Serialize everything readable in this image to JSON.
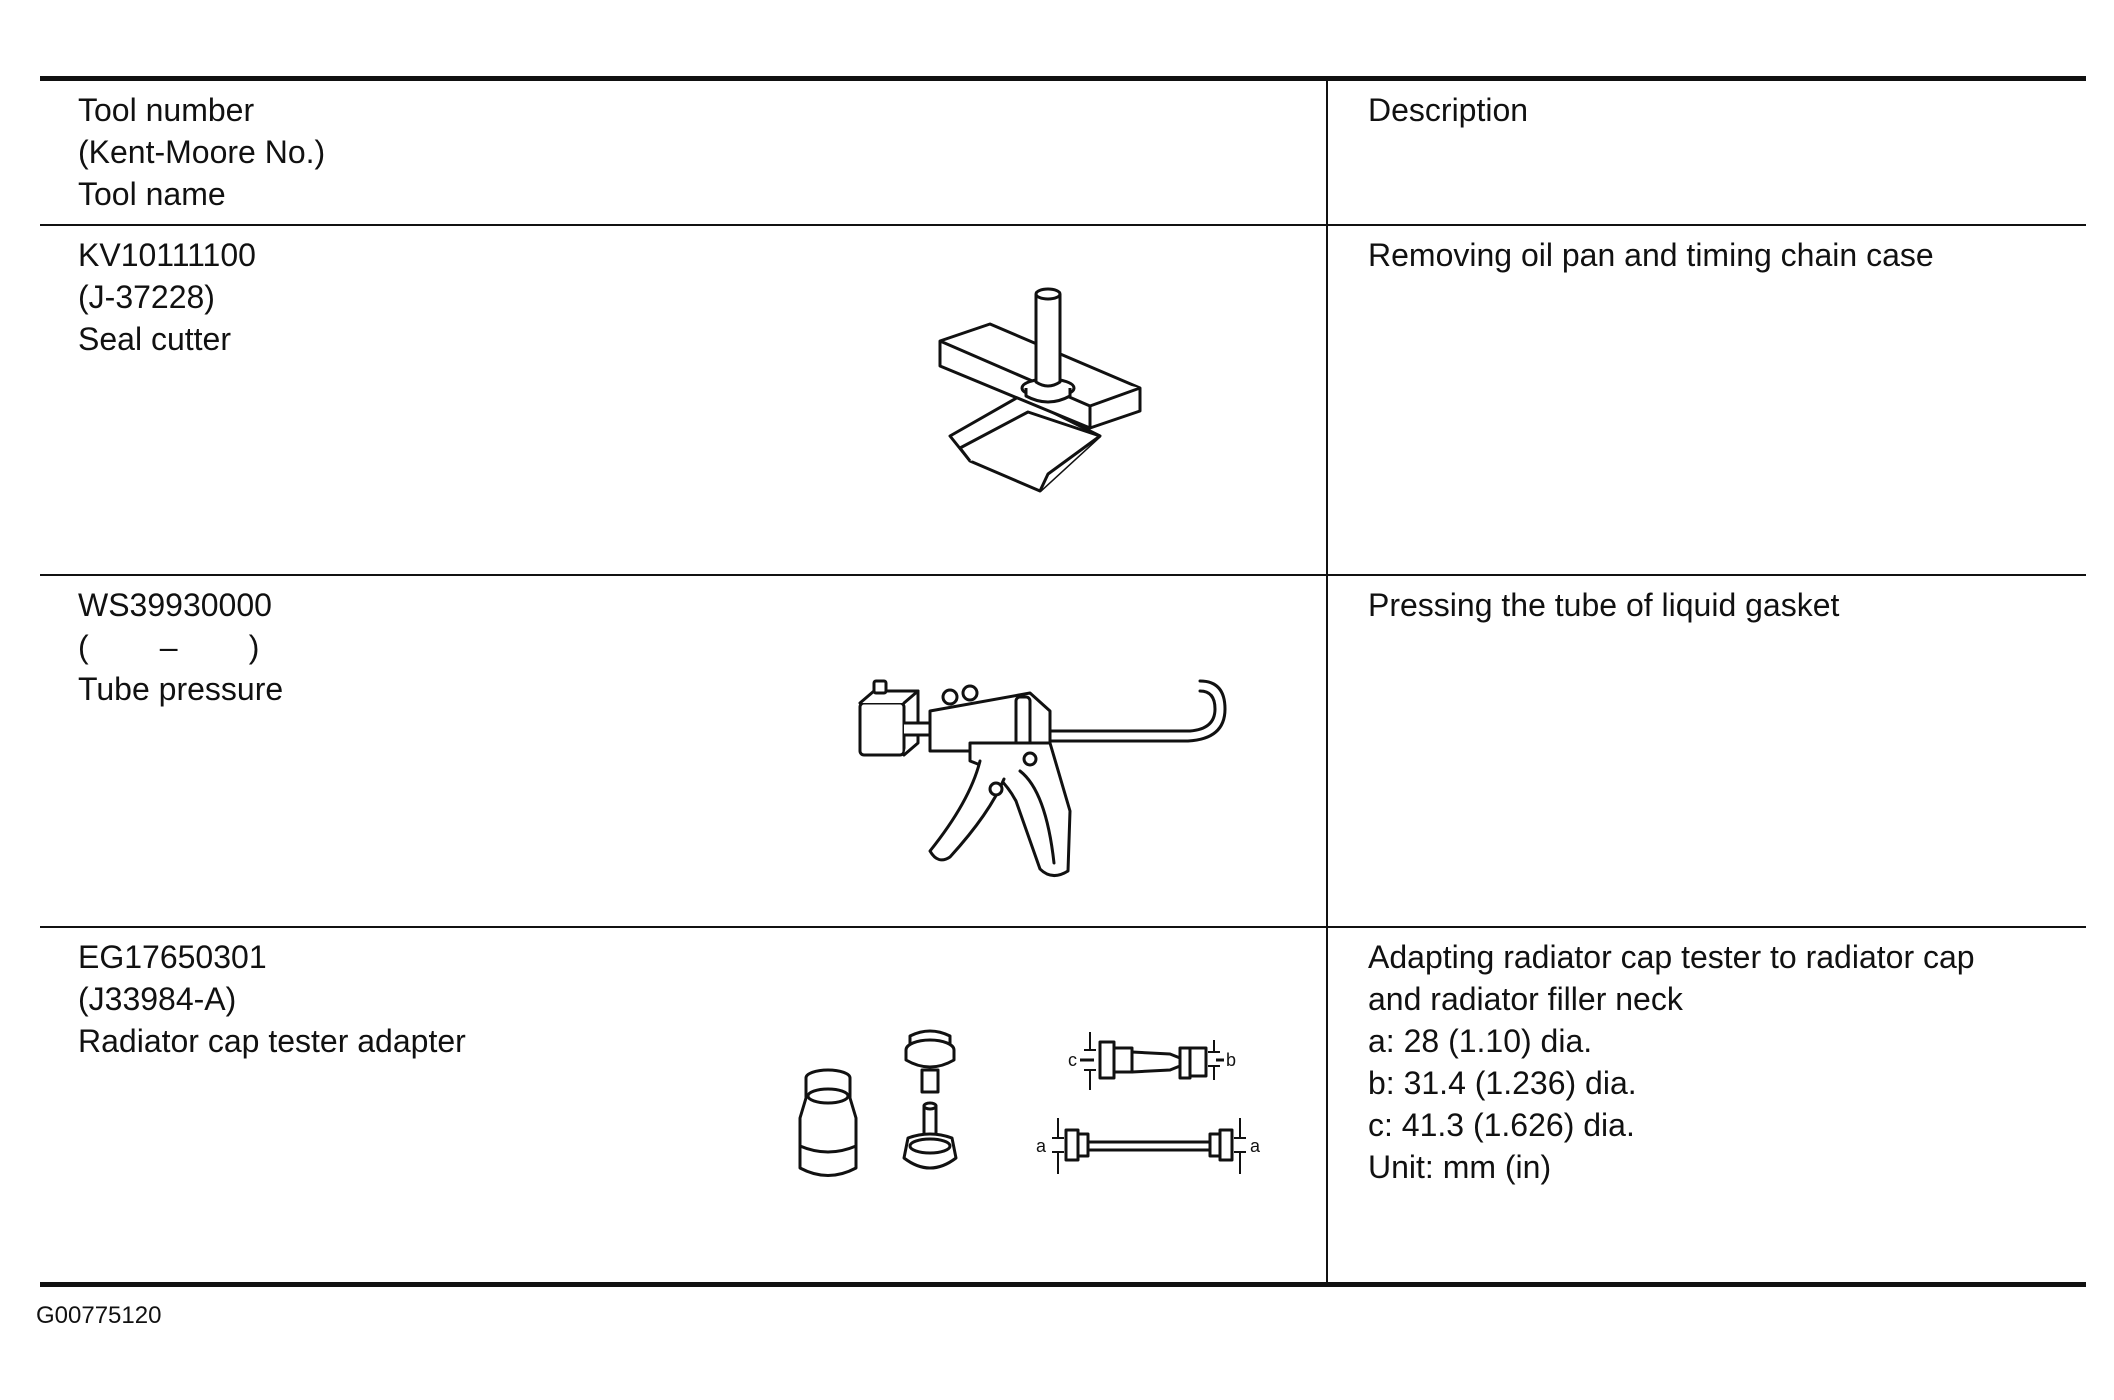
{
  "header": {
    "left": [
      "Tool number",
      "(Kent-Moore No.)",
      "Tool name"
    ],
    "right": "Description"
  },
  "tools": [
    {
      "number": "KV10111100",
      "kent_moore": "(J-37228)",
      "name": "Seal cutter",
      "description": [
        "Removing oil pan and timing chain case"
      ],
      "illustration": "seal-cutter-icon"
    },
    {
      "number": "WS39930000",
      "kent_moore": "(        –        )",
      "name": "Tube pressure",
      "description": [
        "Pressing the tube of liquid gasket"
      ],
      "illustration": "tube-pressure-gun-icon"
    },
    {
      "number": "EG17650301",
      "kent_moore": "(J33984-A)",
      "name": "Radiator cap tester adapter",
      "description": [
        "Adapting radiator cap tester to radiator cap",
        "and radiator filler neck",
        "a: 28 (1.10) dia.",
        "b: 31.4 (1.236) dia.",
        "c: 41.3 (1.626) dia.",
        "Unit: mm (in)"
      ],
      "illustration": "radiator-cap-adapter-icon",
      "dimension_labels": {
        "a": "a",
        "b": "b",
        "c": "c"
      }
    }
  ],
  "figure_id": "G00775120"
}
